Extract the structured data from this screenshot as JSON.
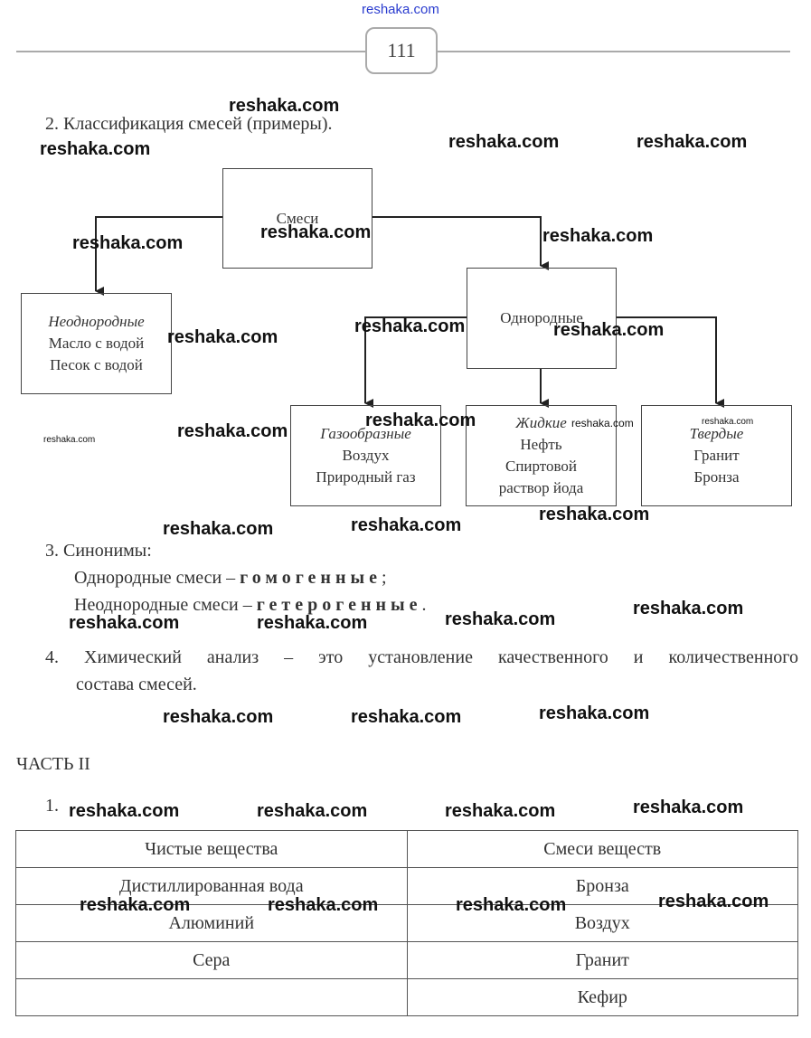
{
  "header": {
    "site": "reshaka.com",
    "page_number": "111"
  },
  "section2": {
    "title": "2. Классификация смесей (примеры).",
    "root": "Смеси",
    "hetero": {
      "title": "Неоднородные",
      "items": [
        "Масло с водой",
        "Песок с водой"
      ]
    },
    "homo": {
      "title": "Однородные"
    },
    "gas": {
      "title": "Газообразные",
      "items": [
        "Воздух",
        "Природный газ"
      ]
    },
    "liquid": {
      "title": "Жидкие",
      "items": [
        "Нефть",
        "Спиртовой",
        "раствор йода"
      ]
    },
    "solid": {
      "title": "Твердые",
      "items": [
        "Гранит",
        "Бронза"
      ]
    }
  },
  "section3": {
    "title": "3. Синонимы:",
    "line1_prefix": "Однородные смеси –",
    "line1_term": "гомогенные",
    "line1_end": ";",
    "line2_prefix": "Неоднородные смеси –",
    "line2_term": "гетерогенные",
    "line2_end": "."
  },
  "section4": {
    "line1": "4. Химический анализ – это установление качественного и количественного",
    "line2": "состава смесей."
  },
  "part2": {
    "heading": "ЧАСТЬ II",
    "item_number": "1.",
    "table": {
      "headers": [
        "Чистые вещества",
        "Смеси веществ"
      ],
      "rows": [
        [
          "Дистиллированная вода",
          "Бронза"
        ],
        [
          "Алюминий",
          "Воздух"
        ],
        [
          "Сера",
          "Гранит"
        ],
        [
          "",
          "Кефир"
        ]
      ]
    }
  },
  "watermarks": {
    "text": "reshaka.com",
    "small_text": "reshaka.com"
  }
}
